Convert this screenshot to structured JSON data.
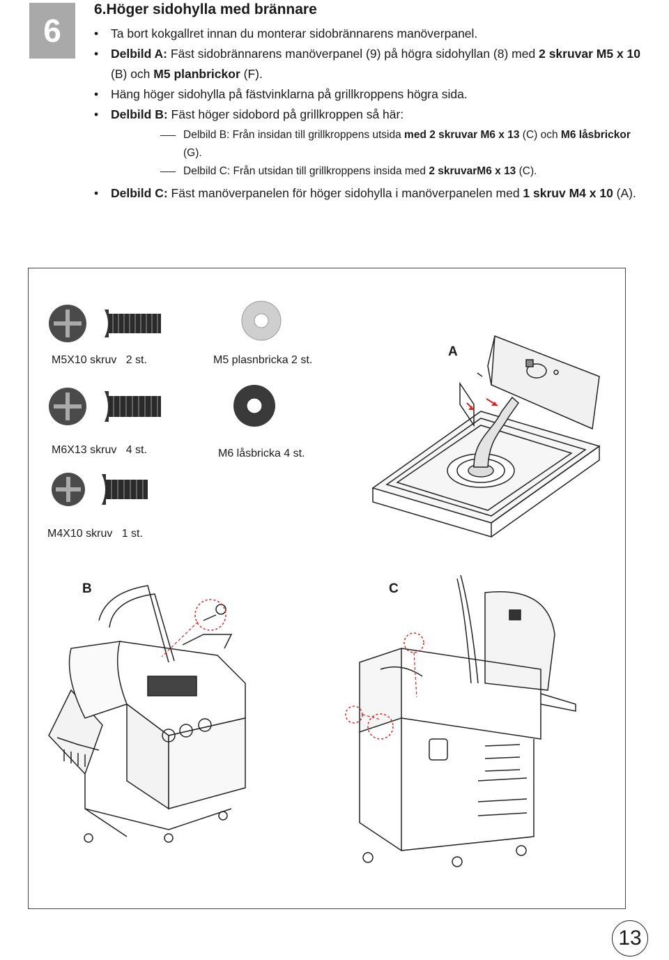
{
  "step": {
    "number": "6",
    "title": "6.Höger sidohylla med brännare"
  },
  "instructions": [
    {
      "parts": [
        {
          "t": "Ta bort kokgallret innan du monterar sidobrännarens manöverpanel.",
          "b": false
        }
      ]
    },
    {
      "parts": [
        {
          "t": "Delbild A:",
          "b": true
        },
        {
          "t": " Fäst sidobrännarens manöverpanel (9) på högra sidohyllan (8) med ",
          "b": false
        },
        {
          "t": "2 skruvar M5 x 10",
          "b": true
        },
        {
          "t": " (B) och ",
          "b": false
        },
        {
          "t": "M5 planbrickor",
          "b": true
        },
        {
          "t": " (F).",
          "b": false
        }
      ]
    },
    {
      "parts": [
        {
          "t": "Häng höger sidohylla på fästvinklarna på grillkroppens högra sida.",
          "b": false
        }
      ]
    },
    {
      "parts": [
        {
          "t": "Delbild B:",
          "b": true
        },
        {
          "t": " Fäst höger sidobord på grillkroppen så här:",
          "b": false
        }
      ],
      "sub": [
        {
          "parts": [
            {
              "t": "Delbild B: Från insidan till grillkroppens utsida ",
              "b": false
            },
            {
              "t": "med 2 skruvar M6 x 13",
              "b": true
            },
            {
              "t": " (C) och ",
              "b": false
            },
            {
              "t": "M6 låsbrickor",
              "b": true
            },
            {
              "t": " (G).",
              "b": false
            }
          ]
        },
        {
          "parts": [
            {
              "t": "Delbild C: Från utsidan till grillkroppens insida med ",
              "b": false
            },
            {
              "t": "2 skruvarM6 x 13",
              "b": true
            },
            {
              "t": " (C).",
              "b": false
            }
          ]
        }
      ]
    },
    {
      "parts": [
        {
          "t": "Delbild C:",
          "b": true
        },
        {
          "t": " Fäst manöverpanelen för höger sidohylla i manöverpanelen med ",
          "b": false
        },
        {
          "t": "1 skruv M4 x 10",
          "b": true
        },
        {
          "t": " (A).",
          "b": false
        }
      ]
    }
  ],
  "hardware": {
    "m5_screw": "M5X10 skruv   2 st.",
    "m5_washer": "M5 plasnbricka 2 st.",
    "m6_screw": "M6X13 skruv   4 st.",
    "m6_lockwasher": "M6 låsbricka 4 st.",
    "m4_screw": "M4X10 skruv   1 st."
  },
  "panels": {
    "a": "A",
    "b": "B",
    "c": "C"
  },
  "page_number": "13"
}
